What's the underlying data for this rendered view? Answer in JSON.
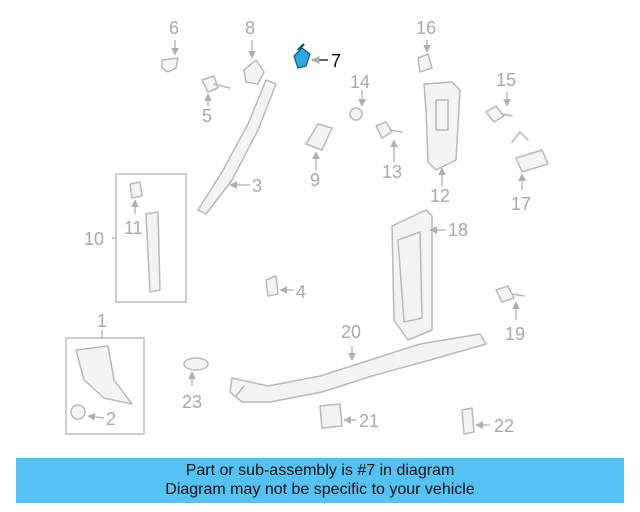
{
  "diagram": {
    "highlighted_part": "7",
    "colors": {
      "highlight": "#2fa7dd",
      "part_line": "#b9b9b9",
      "banner": "#56c2f3"
    },
    "callouts": [
      {
        "id": "c1",
        "label": "1"
      },
      {
        "id": "c2",
        "label": "2"
      },
      {
        "id": "c3",
        "label": "3"
      },
      {
        "id": "c4",
        "label": "4"
      },
      {
        "id": "c5",
        "label": "5"
      },
      {
        "id": "c6",
        "label": "6"
      },
      {
        "id": "c7",
        "label": "7"
      },
      {
        "id": "c8",
        "label": "8"
      },
      {
        "id": "c9",
        "label": "9"
      },
      {
        "id": "c10",
        "label": "10"
      },
      {
        "id": "c11",
        "label": "11"
      },
      {
        "id": "c12",
        "label": "12"
      },
      {
        "id": "c13",
        "label": "13"
      },
      {
        "id": "c14",
        "label": "14"
      },
      {
        "id": "c15",
        "label": "15"
      },
      {
        "id": "c16",
        "label": "16"
      },
      {
        "id": "c17",
        "label": "17"
      },
      {
        "id": "c18",
        "label": "18"
      },
      {
        "id": "c19",
        "label": "19"
      },
      {
        "id": "c20",
        "label": "20"
      },
      {
        "id": "c21",
        "label": "21"
      },
      {
        "id": "c22",
        "label": "22"
      },
      {
        "id": "c23",
        "label": "23"
      }
    ]
  },
  "banner": {
    "line1": "Part or sub-assembly is #7 in diagram",
    "line2": "Diagram may not be specific to your vehicle"
  }
}
